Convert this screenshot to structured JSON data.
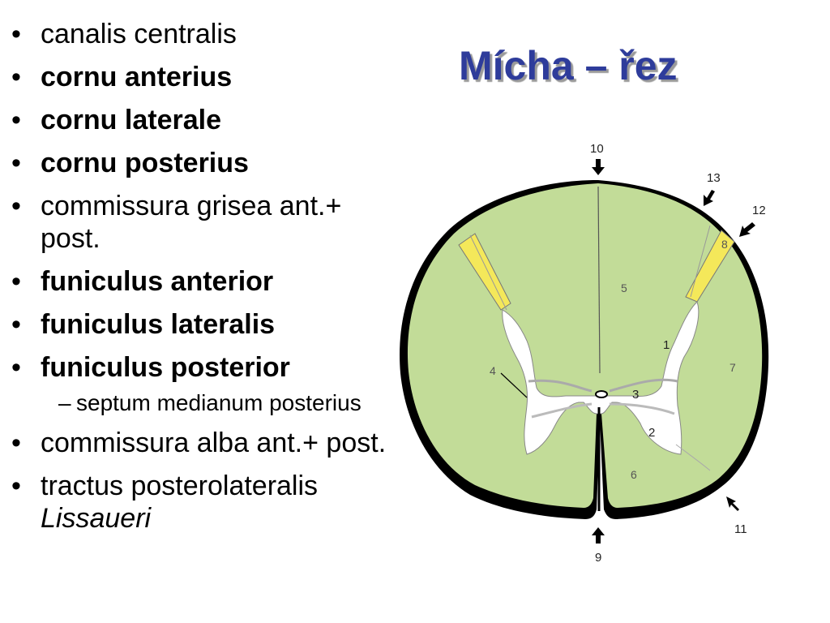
{
  "bullets": [
    {
      "text": "canalis centralis",
      "bold": false
    },
    {
      "text": "cornu anterius",
      "bold": true
    },
    {
      "text": "cornu laterale",
      "bold": true
    },
    {
      "text": "cornu posterius",
      "bold": true
    },
    {
      "text": "commissura grisea ant.+ post.",
      "bold": false
    },
    {
      "text": "funiculus anterior",
      "bold": true
    },
    {
      "text": "funiculus lateralis",
      "bold": true
    },
    {
      "text": "funiculus posterior",
      "bold": true
    },
    {
      "text": "septum medianum posterius",
      "bold": false,
      "sub": true
    },
    {
      "text": "commissura alba ant.+ post.",
      "bold": false
    },
    {
      "text": "tractus posterolateralis",
      "italic_suffix": "Lissaueri",
      "bold": false
    }
  ],
  "bullet_symbol": "•",
  "sub_bullet_symbol": "–",
  "title": "Mícha – řez",
  "diagram": {
    "labels": [
      "10",
      "13",
      "12",
      "8",
      "5",
      "1",
      "7",
      "4",
      "3",
      "2",
      "6",
      "11",
      "9"
    ],
    "colors": {
      "white_matter": "#c2dc98",
      "gray_matter": "#ffffff",
      "lissauer_tract": "#f4e85a",
      "outline": "#000000"
    }
  }
}
